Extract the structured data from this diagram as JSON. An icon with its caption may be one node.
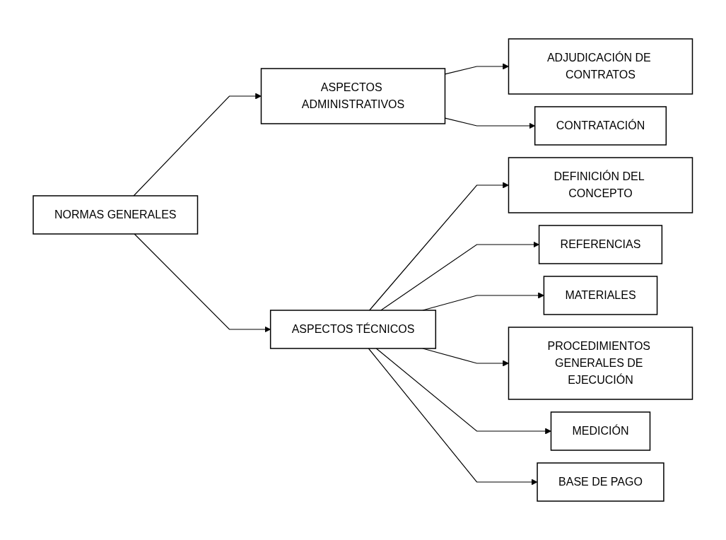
{
  "diagram": {
    "nodes": [
      {
        "text": [
          "NORMAS GENERALES"
        ]
      },
      {
        "text": [
          "ASPECTOS ADMINISTRATIVOS"
        ]
      },
      {
        "text": [
          "ADJUDICACIÓN DE CONTRATOS"
        ]
      },
      {
        "text": [
          "CONTRATACIÓN"
        ]
      },
      {
        "text": [
          "ASPECTOS TÉCNICOS"
        ]
      },
      {
        "text": [
          "DEFINICIÓN DEL CONCEPTO"
        ]
      },
      {
        "text": [
          "REFERENCIAS"
        ]
      },
      {
        "text": [
          "MATERIALES"
        ]
      },
      {
        "text": [
          "PROCEDIMIENTOS GENERALES DE EJECUCIÓN"
        ]
      },
      {
        "text": [
          "MEDICIÓN"
        ]
      },
      {
        "text": [
          "BASE DE PAGO"
        ]
      }
    ],
    "edges": [
      {
        "from": 0,
        "to": 1,
        "arrow": "to"
      },
      {
        "from": 0,
        "to": 4,
        "arrow": "to"
      },
      {
        "from": 1,
        "to": 2,
        "arrow": "to"
      },
      {
        "from": 1,
        "to": 3,
        "arrow": "to"
      },
      {
        "from": 4,
        "to": 5,
        "arrow": "to"
      },
      {
        "from": 4,
        "to": 6,
        "arrow": "to"
      },
      {
        "from": 4,
        "to": 7,
        "arrow": "to"
      },
      {
        "from": 4,
        "to": 8,
        "arrow": "to"
      },
      {
        "from": 4,
        "to": 9,
        "arrow": "to"
      },
      {
        "from": 4,
        "to": 10,
        "arrow": "to"
      }
    ]
  }
}
